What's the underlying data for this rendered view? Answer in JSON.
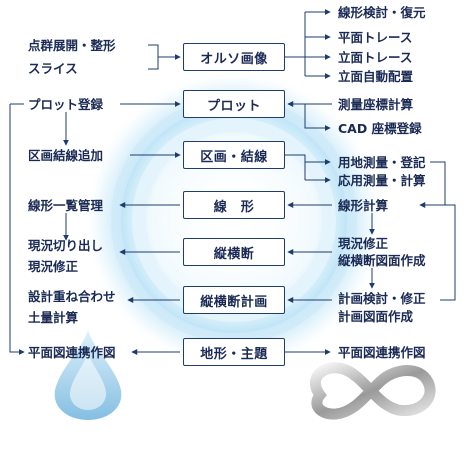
{
  "center_boxes": [
    "オルソ画像",
    "プロット",
    "区画・結線",
    "線　形",
    "縦横断",
    "縦横断計画",
    "地形・主題"
  ],
  "left_items": [
    "点群展開・整形",
    "スライス",
    "プロット登録",
    "区画結線追加",
    "線形一覧管理",
    "現況切り出し",
    "現況修正",
    "設計重ね合わせ",
    "土量計算",
    "平面図連携作図"
  ],
  "right_items": [
    "線形検討・復元",
    "平面トレース",
    "立面トレース",
    "立面自動配置",
    "測量座標計算",
    "CAD 座標登録",
    "用地測量・登記",
    "応用測量・計算",
    "線形計算",
    "現況修正",
    "縦横断図面作成",
    "計画検討・修正",
    "計画図面作成",
    "平面図連携作図"
  ],
  "colors": {
    "line": "#1e3d6e",
    "box_border": "#1e3d6e",
    "text": "#1a2a55",
    "swirl": "#a9d9f2",
    "glow": "#d6eefb"
  },
  "decor_icons": [
    "water-drop-logo-icon",
    "infinity-symbol-icon"
  ]
}
